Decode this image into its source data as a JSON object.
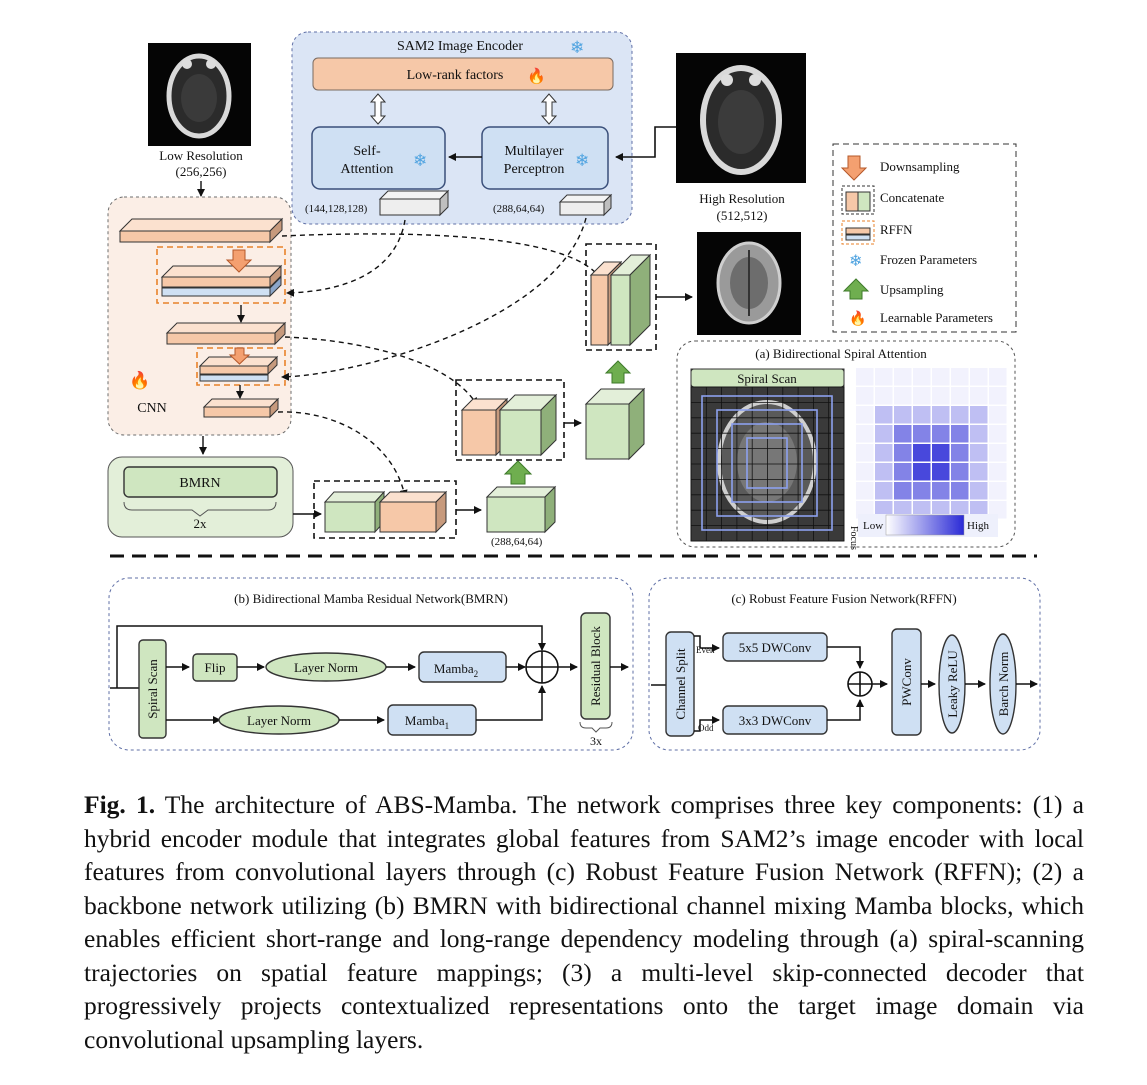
{
  "encoder": {
    "title": "SAM2 Image Encoder",
    "low_rank": "Low-rank factors",
    "self_attention": [
      "Self-",
      "Attention"
    ],
    "mlp": [
      "Multilayer",
      "Perceptron"
    ],
    "shape_sa": "(144,128,128)",
    "shape_mlp": "(288,64,64)"
  },
  "inputs": {
    "low_res_label": "Low Resolution",
    "low_res_size": "(256,256)",
    "high_res_label": "High Resolution",
    "high_res_size": "(512,512)"
  },
  "cnn": {
    "label": "CNN"
  },
  "bmrn_block": {
    "label": "BMRN",
    "repeat": "2x"
  },
  "shape_bottom": "(288,64,64)",
  "legend": {
    "items": [
      {
        "icon": "downsampling-arrow-icon",
        "label": "Downsampling"
      },
      {
        "icon": "concatenate-icon",
        "label": "Concatenate"
      },
      {
        "icon": "rffn-slab-icon",
        "label": "RFFN"
      },
      {
        "icon": "snowflake-icon",
        "label": "Frozen Parameters"
      },
      {
        "icon": "upsampling-arrow-icon",
        "label": "Upsampling"
      },
      {
        "icon": "flame-icon",
        "label": "Learnable Parameters"
      }
    ]
  },
  "spiral": {
    "title": "(a) Bidirectional Spiral Attention",
    "scan_label": "Spiral Scan",
    "focus": "Focus",
    "low": "Low",
    "high": "High"
  },
  "bmrn_panel": {
    "title": "(b) Bidirectional Mamba Residual Network(BMRN)",
    "spiral_scan": "Spiral Scan",
    "flip": "Flip",
    "layer_norm_top": "Layer Norm",
    "layer_norm_bottom": "Layer Norm",
    "mamba2": "Mamba",
    "mamba2_sub": "2",
    "mamba1": "Mamba",
    "mamba1_sub": "1",
    "residual_block": "Residual Block",
    "repeat": "3x"
  },
  "rffn_panel": {
    "title": "(c) Robust Feature Fusion Network(RFFN)",
    "channel_split": "Channel Split",
    "even": "Even",
    "odd": "Odd",
    "dw5": "5x5 DWConv",
    "dw3": "3x3 DWConv",
    "pwconv": "PWConv",
    "leaky": "Leaky ReLU",
    "norm": "Barch Norm"
  },
  "caption": {
    "label": "Fig. 1.",
    "text": "The architecture of ABS-Mamba. The network comprises three key components: (1) a hybrid encoder module that integrates global features from SAM2’s image encoder with local features from convolutional layers through (c) Robust Feature Fusion Network (RFFN); (2) a backbone network utilizing (b) BMRN with bidirectional channel mixing Mamba blocks, which enables efficient short-range and long-range dependency modeling through (a) spiral-scanning trajectories on spatial feature mappings; (3) a multi-level skip-connected decoder that progressively projects contextualized representations onto the target image domain via convolutional upsampling layers."
  },
  "colors": {
    "peach": "#f6c8a8",
    "green": "#cfe6c0",
    "blue_box": "#cfe0f3",
    "encoder_bg": "#dbe5f5",
    "cnn_bg": "#fbeee6",
    "heat": "#2a2ad6"
  }
}
